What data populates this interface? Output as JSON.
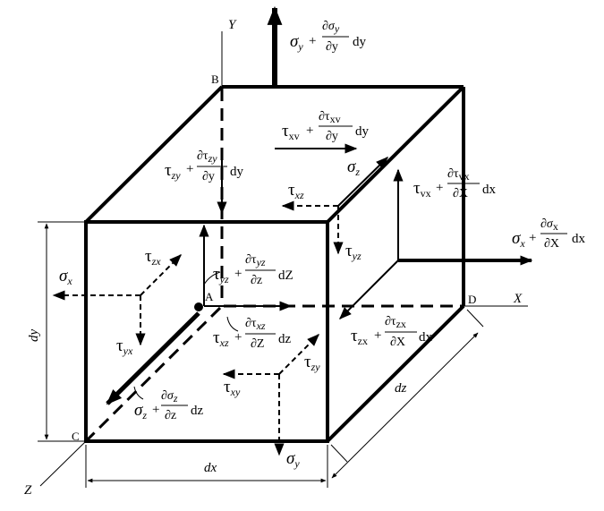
{
  "points": {
    "A": "A",
    "B": "B",
    "C": "C",
    "D": "D"
  },
  "axes": {
    "x": "X",
    "y": "Y",
    "z": "Z"
  },
  "dims": {
    "dx": "dx",
    "dy": "dy",
    "dz": "dz"
  },
  "symbols": {
    "sigma": "σ",
    "tau": "τ",
    "partial": "∂"
  },
  "subs": {
    "x": "x",
    "y": "y",
    "z": "z",
    "zx": "zx",
    "yx": "yx",
    "xz": "xz",
    "yz": "yz",
    "zy": "zy",
    "xy": "xy",
    "xv": "xv",
    "vx": "vx"
  },
  "plus": "+",
  "diffs": {
    "dx": "dx",
    "dy": "dy",
    "dz": "dz",
    "dX": "dx",
    "dZ": "dZ",
    "dY": "dy"
  },
  "dens": {
    "y": "∂y",
    "X": "∂X",
    "Z": "∂Z",
    "z": "∂z"
  },
  "colors": {
    "ink": "#000000",
    "background": "#ffffff"
  }
}
